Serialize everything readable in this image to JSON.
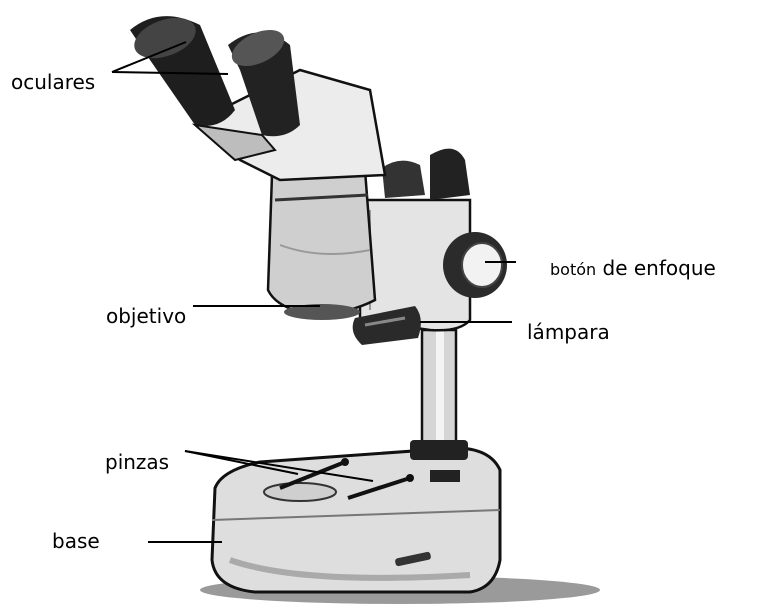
{
  "labels": {
    "oculares": "oculares",
    "boton_small": "botón",
    "boton_rest": " de enfoque",
    "objetivo": "objetivo",
    "lampara": "lámpara",
    "pinzas": "pinzas",
    "base": "base"
  },
  "colors": {
    "ink": "#000000",
    "body_light": "#ececec",
    "body_mid": "#c8c8c8",
    "body_dark": "#3a3a3a"
  }
}
